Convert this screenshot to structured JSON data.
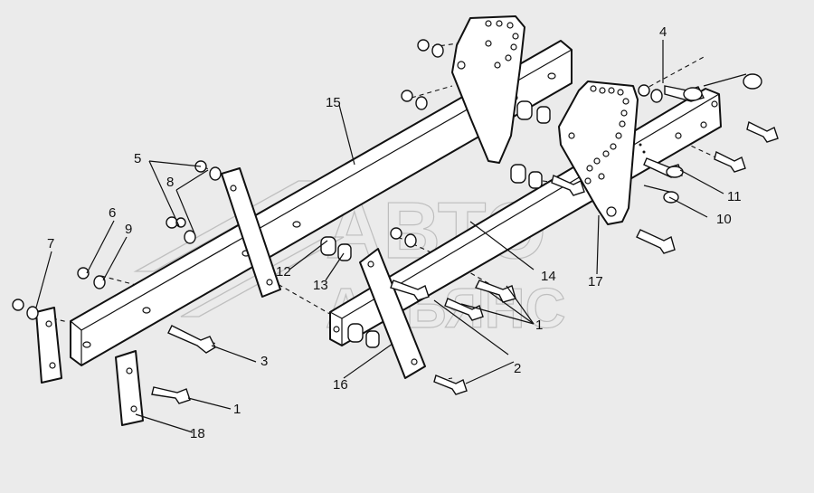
{
  "watermark": {
    "line1": "АВТО",
    "line2": "АЛЬЯНС"
  },
  "callouts": [
    {
      "id": "c1a",
      "text": "1"
    },
    {
      "id": "c1b",
      "text": "1"
    },
    {
      "id": "c2",
      "text": "2"
    },
    {
      "id": "c3",
      "text": "3"
    },
    {
      "id": "c4",
      "text": "4"
    },
    {
      "id": "c5",
      "text": "5"
    },
    {
      "id": "c6",
      "text": "6"
    },
    {
      "id": "c7",
      "text": "7"
    },
    {
      "id": "c8",
      "text": "8"
    },
    {
      "id": "c9",
      "text": "9"
    },
    {
      "id": "c10",
      "text": "10"
    },
    {
      "id": "c11",
      "text": "11"
    },
    {
      "id": "c12",
      "text": "12"
    },
    {
      "id": "c13",
      "text": "13"
    },
    {
      "id": "c14",
      "text": "14"
    },
    {
      "id": "c15",
      "text": "15"
    },
    {
      "id": "c16",
      "text": "16"
    },
    {
      "id": "c17",
      "text": "17"
    },
    {
      "id": "c18",
      "text": "18"
    }
  ]
}
